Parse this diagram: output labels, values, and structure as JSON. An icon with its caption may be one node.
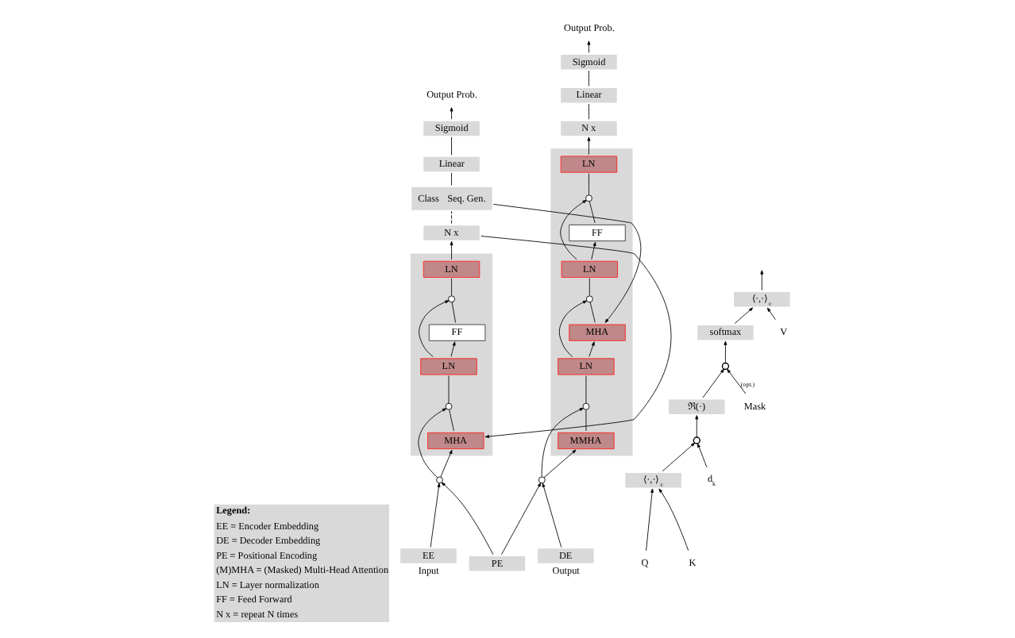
{
  "diagram": {
    "nodes": [
      {
        "text": [
          "Legend:",
          "EE = Encoder Embedding",
          "DE = Decoder Embedding",
          "PE = Positional Encoding",
          "(M)MHA = (Masked) Multi-Head Attention",
          "LN = Layer normalization",
          "FF = Feed Forward",
          "N x = repeat N times"
        ]
      },
      {
        "text": [
          "Output Prob."
        ]
      },
      {
        "text": [
          "Sigmoid"
        ]
      },
      {
        "text": [
          "Linear"
        ]
      },
      {
        "text": [
          "Class",
          "Seq. Gen."
        ]
      },
      {
        "text": [
          "N x"
        ]
      },
      {
        "text": [],
        "shape": "box"
      },
      {
        "text": [
          "LN"
        ],
        "in": 6
      },
      {
        "text": [],
        "shape": "circle",
        "in": 6
      },
      {
        "text": [
          "FF"
        ],
        "in": 6
      },
      {
        "text": [
          "LN"
        ],
        "in": 6
      },
      {
        "text": [],
        "shape": "circle",
        "in": 6
      },
      {
        "text": [
          "MHA"
        ],
        "in": 6
      },
      {
        "text": [],
        "shape": "circle"
      },
      {
        "text": [
          "EE"
        ],
        "beside": [
          "Input"
        ]
      },
      {
        "text": [
          "PE"
        ]
      },
      {
        "text": [
          "Output Prob."
        ]
      },
      {
        "text": [
          "Sigmoid"
        ]
      },
      {
        "text": [
          "Linear"
        ]
      },
      {
        "text": [
          "N x"
        ]
      },
      {
        "text": [],
        "shape": "box"
      },
      {
        "text": [
          "LN"
        ],
        "in": 20
      },
      {
        "text": [],
        "shape": "circle",
        "in": 20
      },
      {
        "text": [
          "FF"
        ],
        "in": 20
      },
      {
        "text": [
          "LN"
        ],
        "in": 20
      },
      {
        "text": [],
        "shape": "circle",
        "in": 20
      },
      {
        "text": [
          "MHA"
        ],
        "in": 20
      },
      {
        "text": [
          "LN"
        ],
        "in": 20
      },
      {
        "text": [],
        "shape": "circle",
        "in": 20
      },
      {
        "text": [
          "MMHA"
        ],
        "in": 20
      },
      {
        "text": [],
        "shape": "circle"
      },
      {
        "text": [
          "DE"
        ],
        "beside": [
          "Output"
        ]
      },
      {
        "text": [
          "⟨·,·⟩$_{c}$"
        ]
      },
      {
        "text": [
          "softmax"
        ]
      },
      {
        "text": [],
        "shape": "circle"
      },
      {
        "text": [
          "ℜ(·)"
        ]
      },
      {
        "text": [],
        "shape": "circle"
      },
      {
        "text": [
          "⟨·,·⟩$_{c}$"
        ]
      },
      {
        "text": [
          "Mask"
        ]
      },
      {
        "text": [
          "d$_{k}$"
        ]
      },
      {
        "text": [
          "Q"
        ]
      },
      {
        "text": [
          "K"
        ]
      },
      {
        "text": [
          "V"
        ]
      }
    ],
    "edges": [
      {
        "from": 14,
        "to": 13,
        "arrow": "to"
      },
      {
        "from": 15,
        "to": 13,
        "arrow": "to"
      },
      {
        "from": 13,
        "to": 12,
        "arrow": "to"
      },
      {
        "from": 13,
        "to": 11,
        "arrow": "to"
      },
      {
        "from": 12,
        "to": 11,
        "arrow": "none"
      },
      {
        "from": 11,
        "to": 10,
        "arrow": "none"
      },
      {
        "from": 10,
        "to": 9,
        "arrow": "to"
      },
      {
        "from": 10,
        "to": 8,
        "arrow": "to"
      },
      {
        "from": 9,
        "to": 8,
        "arrow": "none"
      },
      {
        "from": 8,
        "to": 7,
        "arrow": "none"
      },
      {
        "from": 7,
        "to": 5,
        "arrow": "to"
      },
      {
        "from": 5,
        "to": 4,
        "arrow": "none",
        "style": "dashed"
      },
      {
        "from": 5,
        "to": 12,
        "arrow": "to"
      },
      {
        "from": 4,
        "to": 3,
        "arrow": "none"
      },
      {
        "from": 3,
        "to": 2,
        "arrow": "none"
      },
      {
        "from": 2,
        "to": 1,
        "arrow": "to"
      },
      {
        "from": 4,
        "to": 26,
        "arrow": "to"
      },
      {
        "from": 31,
        "to": 30,
        "arrow": "to"
      },
      {
        "from": 15,
        "to": 30,
        "arrow": "to"
      },
      {
        "from": 30,
        "to": 29,
        "arrow": "to"
      },
      {
        "from": 30,
        "to": 28,
        "arrow": "to"
      },
      {
        "from": 29,
        "to": 28,
        "arrow": "none"
      },
      {
        "from": 28,
        "to": 27,
        "arrow": "none"
      },
      {
        "from": 27,
        "to": 26,
        "arrow": "to"
      },
      {
        "from": 27,
        "to": 25,
        "arrow": "to"
      },
      {
        "from": 26,
        "to": 25,
        "arrow": "none"
      },
      {
        "from": 25,
        "to": 24,
        "arrow": "none"
      },
      {
        "from": 24,
        "to": 23,
        "arrow": "to"
      },
      {
        "from": 24,
        "to": 22,
        "arrow": "to"
      },
      {
        "from": 23,
        "to": 22,
        "arrow": "none"
      },
      {
        "from": 22,
        "to": 21,
        "arrow": "none"
      },
      {
        "from": 21,
        "to": 19,
        "arrow": "to"
      },
      {
        "from": 19,
        "to": 18,
        "arrow": "none"
      },
      {
        "from": 18,
        "to": 17,
        "arrow": "none"
      },
      {
        "from": 17,
        "to": 16,
        "arrow": "to"
      },
      {
        "from": 40,
        "to": 37,
        "arrow": "to"
      },
      {
        "from": 41,
        "to": 37,
        "arrow": "to"
      },
      {
        "from": 37,
        "to": 36,
        "arrow": "to"
      },
      {
        "from": 39,
        "to": 36,
        "arrow": "to"
      },
      {
        "from": 36,
        "to": 35,
        "arrow": "to"
      },
      {
        "from": 35,
        "to": 34,
        "arrow": "to"
      },
      {
        "from": 38,
        "to": 34,
        "arrow": "to",
        "label": "(opt.)"
      },
      {
        "from": 34,
        "to": 33,
        "arrow": "to"
      },
      {
        "from": 33,
        "to": 32,
        "arrow": "to"
      },
      {
        "from": 42,
        "to": 32,
        "arrow": "to"
      },
      {
        "from": 32,
        "to": null,
        "arrow": "to"
      }
    ]
  }
}
